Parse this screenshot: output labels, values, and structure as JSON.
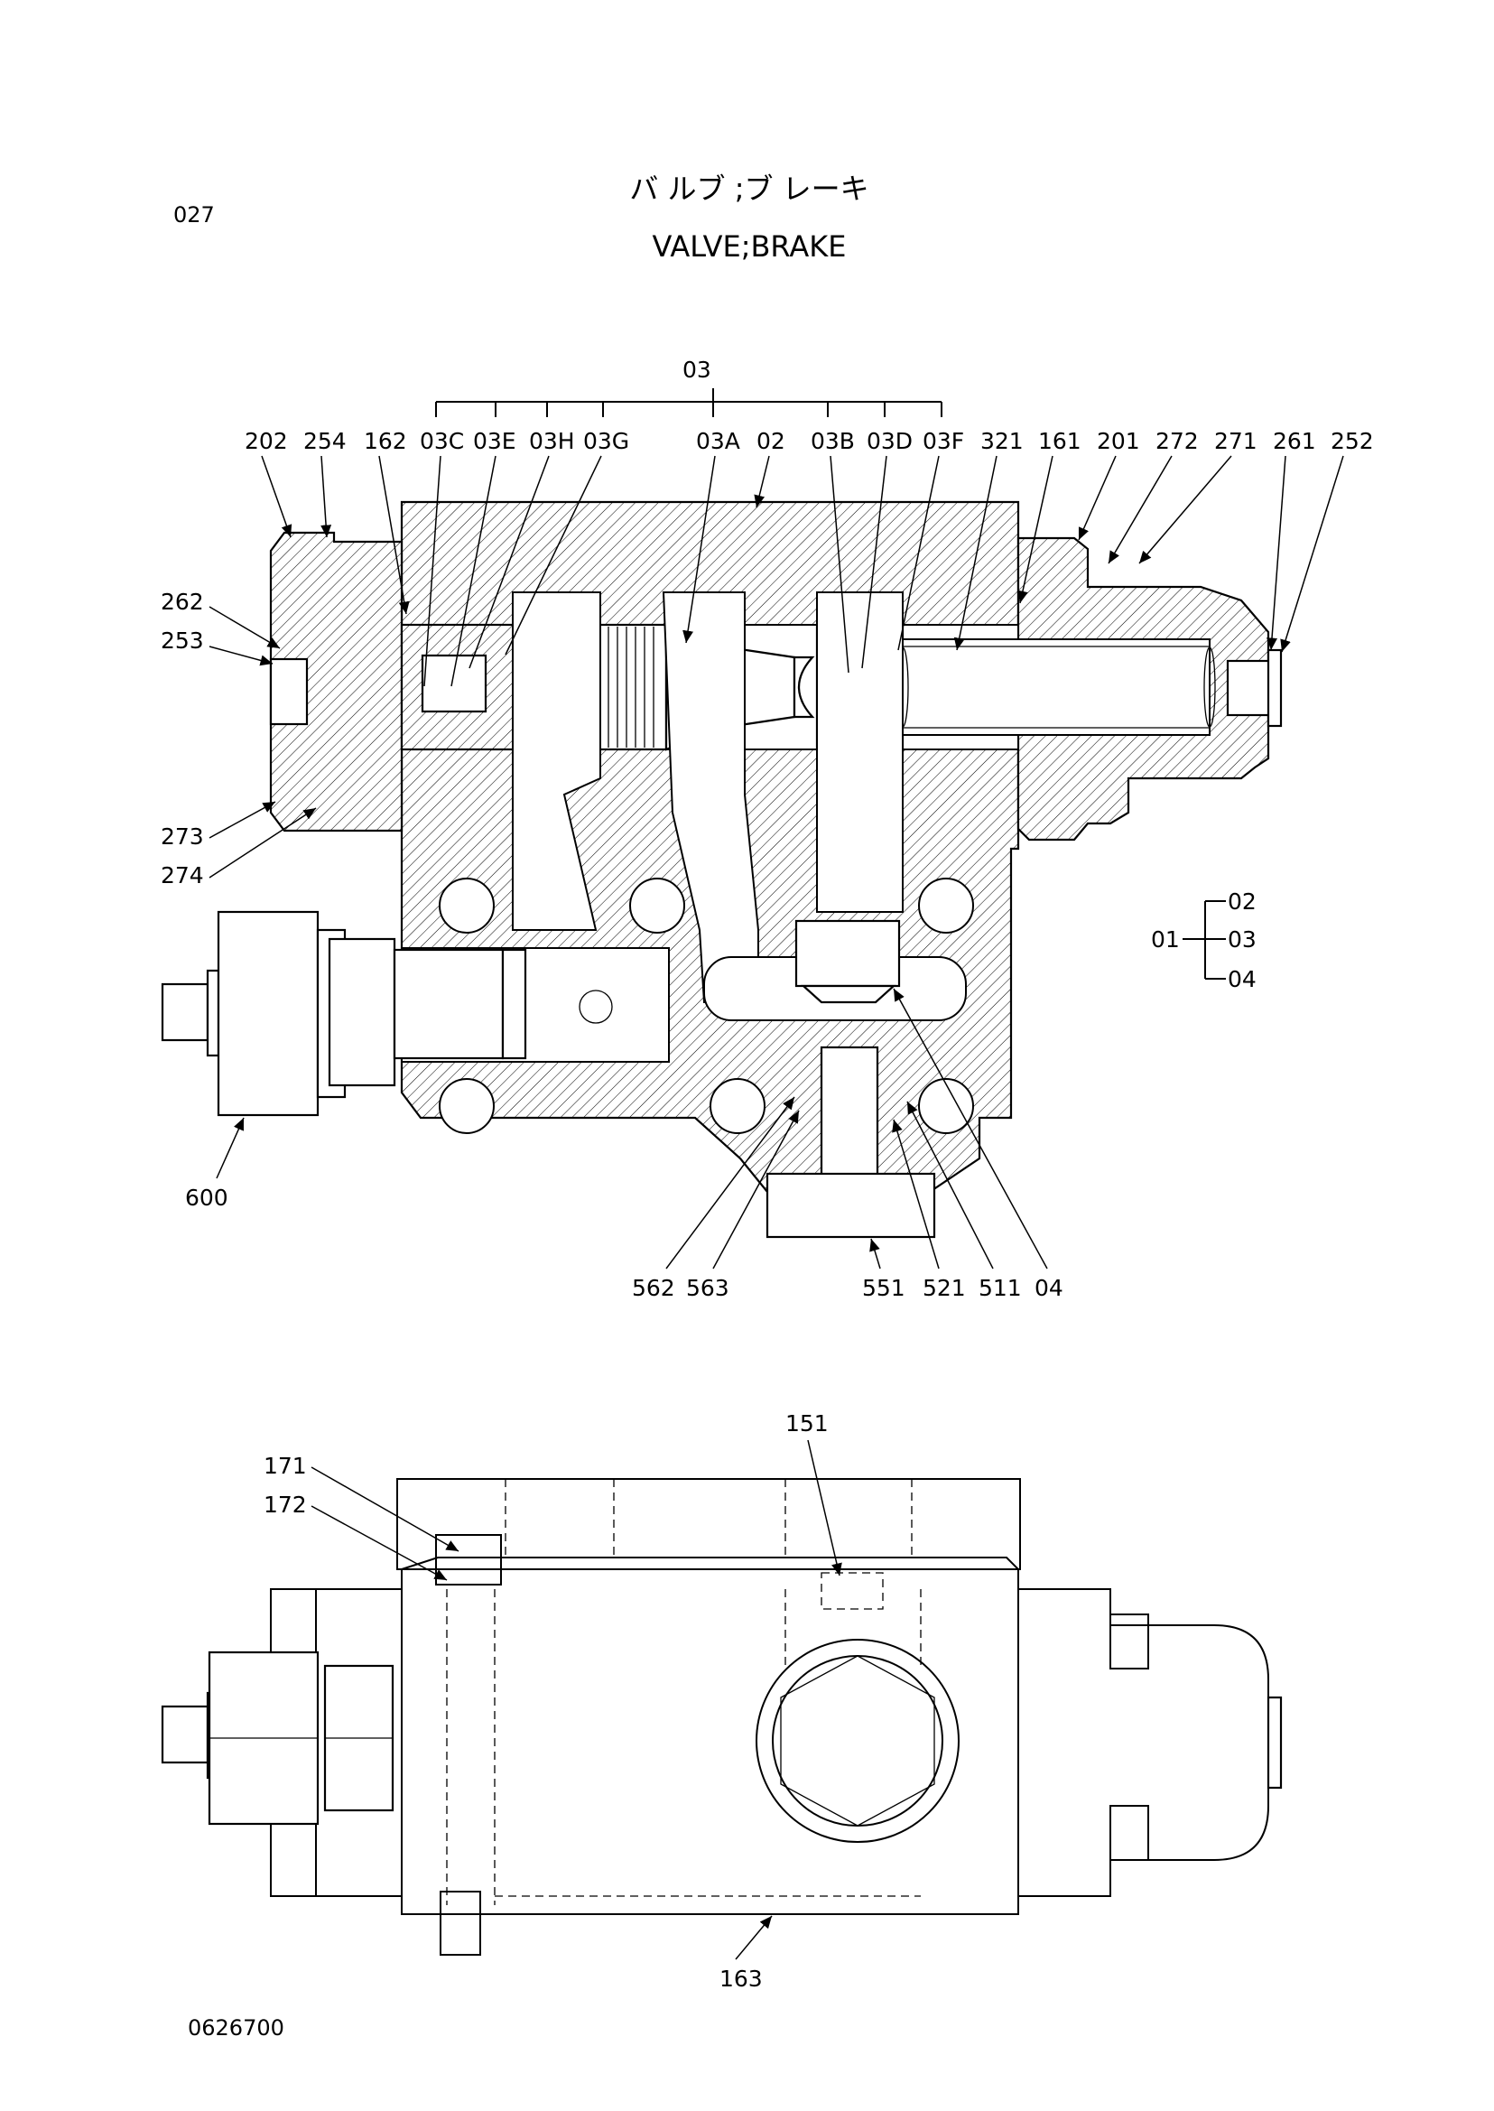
{
  "page": {
    "section_number": "027",
    "title_japanese": "バ ルブ ;ブ レーキ",
    "title_english": "VALVE;BRAKE",
    "drawing_number": "0626700"
  },
  "section_view": {
    "group_label": "03",
    "group_members": [
      "03C",
      "03E",
      "03H",
      "03G",
      "03A",
      "02",
      "03B",
      "03D",
      "03F"
    ],
    "top_labels": [
      "202",
      "254",
      "162",
      "03C",
      "03E",
      "03H",
      "03G",
      "03A",
      "02",
      "03B",
      "03D",
      "03F",
      "321",
      "161",
      "201",
      "272",
      "271",
      "261",
      "252"
    ],
    "left_labels": [
      "262",
      "253",
      "273",
      "274"
    ],
    "bottom_labels": [
      "600",
      "562",
      "563",
      "551",
      "521",
      "511",
      "04"
    ],
    "assembly_tree": {
      "parent": "01",
      "children": [
        "02",
        "03",
        "04"
      ]
    }
  },
  "plan_view": {
    "labels": [
      "171",
      "172",
      "151",
      "163"
    ]
  },
  "icons": [
    "hatch-pattern",
    "leader-arrow"
  ]
}
